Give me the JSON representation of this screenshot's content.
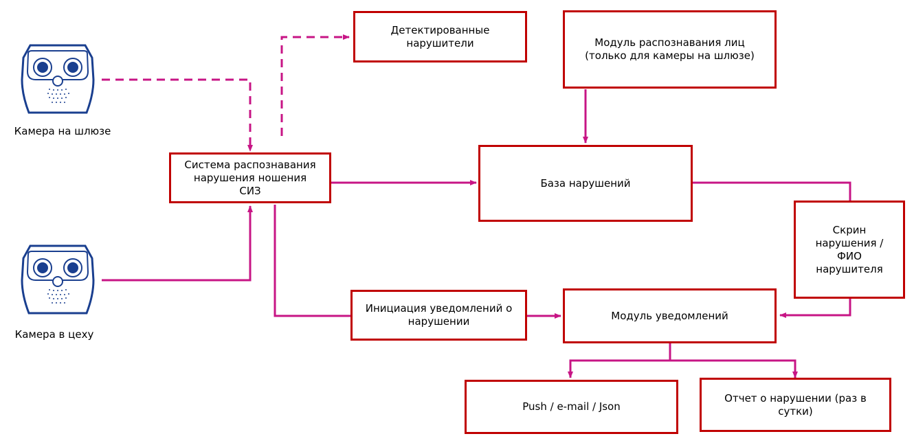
{
  "colors": {
    "border": "#c00000",
    "edge": "#c71585",
    "camera": "#1a3f8f"
  },
  "cameras": {
    "gate": {
      "label": "Камера на шлюзе",
      "icon": "camera-icon"
    },
    "shop": {
      "label": "Камера в цеху",
      "icon": "camera-icon"
    }
  },
  "nodes": {
    "ppe_system": "Система распознавания\nнарушения ношения\nСИЗ",
    "detected": "Детектированные\nнарушители",
    "face_module": "Модуль распознавания лиц\n(только для камеры на шлюзе)",
    "violations_db": "База нарушений",
    "screen": "Скрин\nнарушения /\nФИО\nнарушителя",
    "notify_init": "Инициация уведомлений о\nнарушении",
    "notify_module": "Модуль уведомлений",
    "push": "Push / e-mail / Json",
    "report": "Отчет о нарушении (раз в\nсутки)"
  }
}
